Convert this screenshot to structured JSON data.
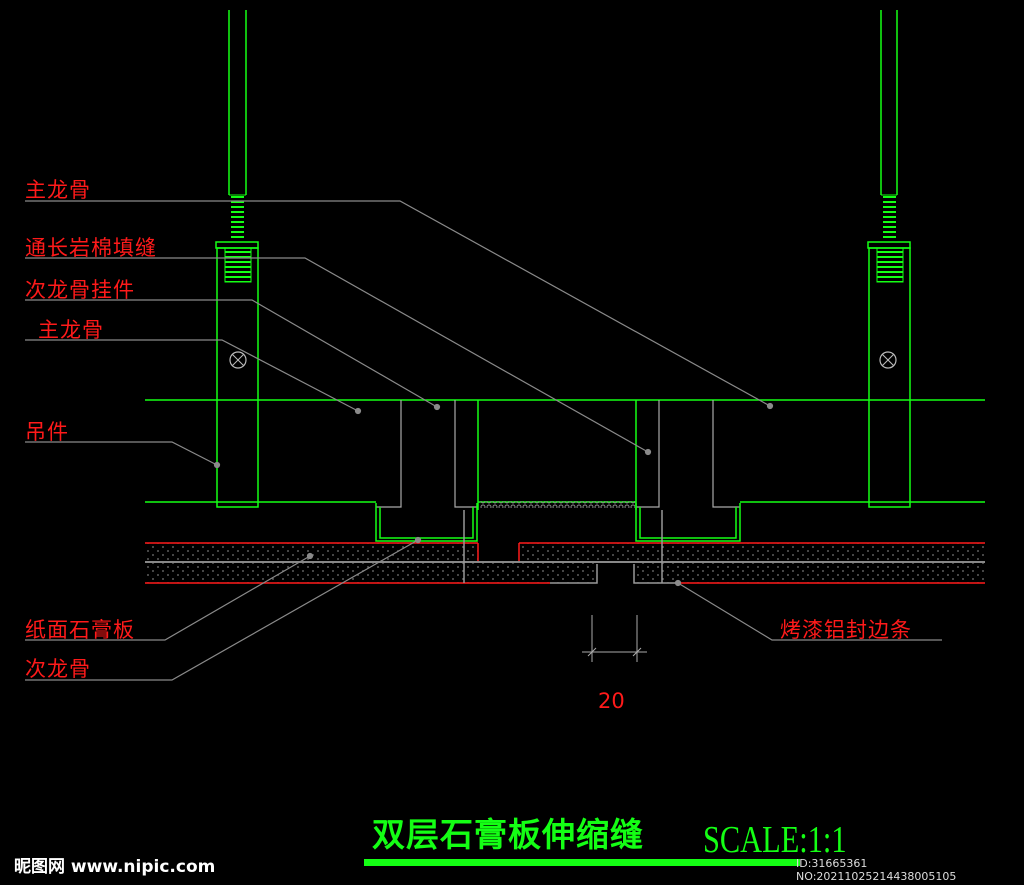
{
  "labels": {
    "main_keel_1": "主龙骨",
    "rock_wool": "通长岩棉填缝",
    "secondary_hanger": "次龙骨挂件",
    "main_keel_2": "主龙骨",
    "hanger": "吊件",
    "gypsum": "纸面石膏板",
    "secondary_keel": "次龙骨",
    "aluminium_strip": "烤漆铝封边条"
  },
  "dimension": "20",
  "title": "双层石膏板伸缩缝",
  "scale": "SCALE:1:1",
  "watermark": "昵图网 www.nipic.com",
  "image_id": "ID:31665361 NO:20211025214438005105",
  "colors": {
    "background": "#000000",
    "structure": "#14ff14",
    "board": "#ff1a1a",
    "leader": "#8a8a8a"
  }
}
